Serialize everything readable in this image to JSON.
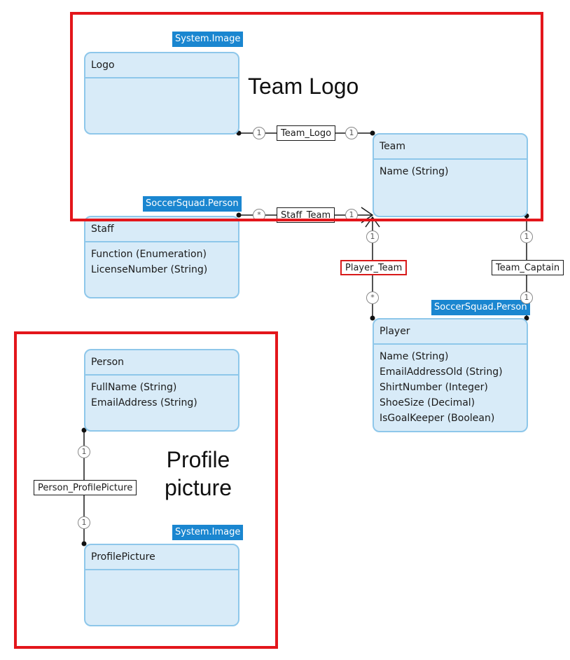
{
  "entities": {
    "logo": {
      "title": "Logo",
      "badge": "System.Image",
      "attributes": []
    },
    "team": {
      "title": "Team",
      "attributes": [
        "Name (String)"
      ]
    },
    "staff": {
      "title": "Staff",
      "badge": "SoccerSquad.Person",
      "attributes": [
        "Function (Enumeration)",
        "LicenseNumber (String)"
      ]
    },
    "player": {
      "title": "Player",
      "badge": "SoccerSquad.Person",
      "attributes": [
        "Name (String)",
        "EmailAddressOld (String)",
        "ShirtNumber (Integer)",
        "ShoeSize (Decimal)",
        "IsGoalKeeper (Boolean)"
      ]
    },
    "person": {
      "title": "Person",
      "attributes": [
        "FullName (String)",
        "EmailAddress (String)"
      ]
    },
    "profile_picture": {
      "title": "ProfilePicture",
      "badge": "System.Image",
      "attributes": []
    }
  },
  "associations": {
    "team_logo": {
      "label": "Team_Logo",
      "mult_from": "1",
      "mult_to": "1"
    },
    "staff_team": {
      "label": "Staff_Team",
      "mult_from": "*",
      "mult_to": "1"
    },
    "player_team": {
      "label": "Player_Team",
      "mult_from": "*",
      "mult_to": "1",
      "selected": true
    },
    "team_captain": {
      "label": "Team_Captain",
      "mult_from": "1",
      "mult_to": "1"
    },
    "person_profile_picture": {
      "label": "Person_ProfilePicture",
      "mult_from": "1",
      "mult_to": "1"
    }
  },
  "callouts": {
    "team_logo": "Team Logo",
    "profile_picture_line1": "Profile",
    "profile_picture_line2": "picture"
  },
  "colors": {
    "entity_fill": "#d8ebf8",
    "entity_border": "#8ec7ea",
    "badge": "#1a86d0",
    "highlight": "#e3161b"
  }
}
